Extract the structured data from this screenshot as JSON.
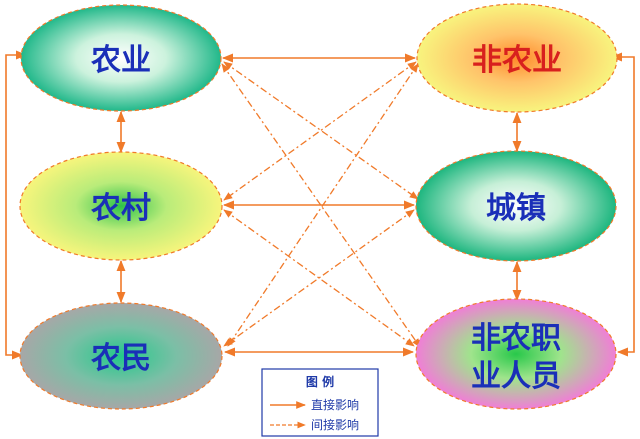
{
  "nodes": {
    "agriculture": "农业",
    "countryside": "农村",
    "farmers": "农民",
    "non_agriculture": "非农业",
    "town": "城镇",
    "non_agri_workers_line1": "非农职",
    "non_agri_workers_line2": "业人员"
  },
  "legend": {
    "title": "图 例",
    "direct": "直接影响",
    "indirect": "间接影响"
  },
  "colors": {
    "arrow": "#f07a2a",
    "text_blue": "#1a2fb8",
    "text_red": "#d8201e",
    "text_legend": "#1f3aa8"
  }
}
